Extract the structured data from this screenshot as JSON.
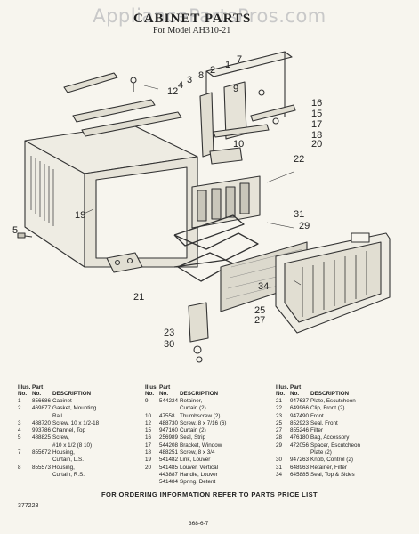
{
  "watermark": "AppliancePartsPros.com",
  "title": "CABINET PARTS",
  "subtitle": "For Model AH310-21",
  "callouts": [
    "1",
    "2",
    "3",
    "4",
    "5",
    "7",
    "8",
    "9",
    "10",
    "12",
    "15",
    "16",
    "17",
    "18",
    "19",
    "20",
    "21",
    "22",
    "23",
    "25",
    "27",
    "29",
    "30",
    "31",
    "34"
  ],
  "table_headers": {
    "illus": "Illus.",
    "no": "No.",
    "part": "Part",
    "description": "DESCRIPTION"
  },
  "parts_col1": [
    {
      "illus": "1",
      "part": "856686",
      "desc": "Cabinet"
    },
    {
      "illus": "2",
      "part": "469877",
      "desc": "Gasket, Mounting"
    },
    {
      "illus": "",
      "part": "",
      "desc": "Rail"
    },
    {
      "illus": "3",
      "part": "488720",
      "desc": "Screw, 10 x 1/2-18"
    },
    {
      "illus": "4",
      "part": "993786",
      "desc": "Channel, Top"
    },
    {
      "illus": "5",
      "part": "488825",
      "desc": "Screw,"
    },
    {
      "illus": "",
      "part": "",
      "desc": "#10 x 1/2 (8 10)"
    },
    {
      "illus": "7",
      "part": "855672",
      "desc": "Housing,"
    },
    {
      "illus": "",
      "part": "",
      "desc": "Curtain, L.S."
    },
    {
      "illus": "8",
      "part": "855573",
      "desc": "Housing,"
    },
    {
      "illus": "",
      "part": "",
      "desc": "Curtain, R.S."
    }
  ],
  "parts_col2": [
    {
      "illus": "9",
      "part": "544224",
      "desc": "Retainer,"
    },
    {
      "illus": "",
      "part": "",
      "desc": "Curtain (2)"
    },
    {
      "illus": "10",
      "part": "47558",
      "desc": "Thumbscrew (2)"
    },
    {
      "illus": "12",
      "part": "488730",
      "desc": "Screw, 8 x 7/16 (6)"
    },
    {
      "illus": "15",
      "part": "947160",
      "desc": "Curtain (2)"
    },
    {
      "illus": "16",
      "part": "256989",
      "desc": "Seal, Strip"
    },
    {
      "illus": "17",
      "part": "544208",
      "desc": "Bracket, Window"
    },
    {
      "illus": "18",
      "part": "488251",
      "desc": "Screw, 8 x 3/4"
    },
    {
      "illus": "19",
      "part": "541482",
      "desc": "Link, Louver"
    },
    {
      "illus": "20",
      "part": "541485",
      "desc": "Louver, Vertical"
    },
    {
      "illus": "",
      "part": "443887",
      "desc": "Handle, Louver"
    },
    {
      "illus": "",
      "part": "541484",
      "desc": "Spring, Detent"
    }
  ],
  "parts_col3": [
    {
      "illus": "21",
      "part": "947637",
      "desc": "Plate, Escutcheon"
    },
    {
      "illus": "22",
      "part": "649966",
      "desc": "Clip, Front (2)"
    },
    {
      "illus": "23",
      "part": "947490",
      "desc": "Front"
    },
    {
      "illus": "25",
      "part": "852923",
      "desc": "Seal, Front"
    },
    {
      "illus": "27",
      "part": "855246",
      "desc": "Filter"
    },
    {
      "illus": "28",
      "part": "476180",
      "desc": "Bag, Accessory"
    },
    {
      "illus": "29",
      "part": "472056",
      "desc": "Spacer, Escutcheon"
    },
    {
      "illus": "",
      "part": "",
      "desc": "Plate (2)"
    },
    {
      "illus": "30",
      "part": "947263",
      "desc": "Knob, Control (2)"
    },
    {
      "illus": "31",
      "part": "648963",
      "desc": "Retainer, Filter"
    },
    {
      "illus": "34",
      "part": "645885",
      "desc": "Seal, Top & Sides"
    }
  ],
  "footer": "FOR ORDERING INFORMATION REFER TO PARTS PRICE LIST",
  "code_left": "377228",
  "code_bottom": "368-6-7"
}
